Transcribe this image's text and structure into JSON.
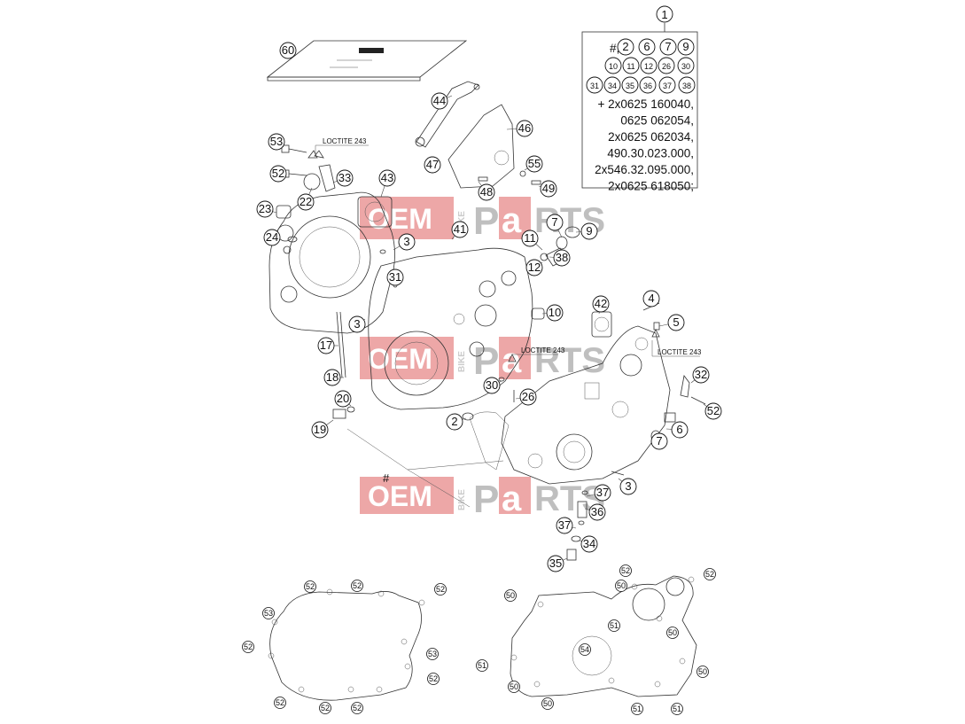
{
  "watermark": {
    "brand": "OEM",
    "side": "BIKE",
    "suffix_a": "P",
    "suffix_b": "a",
    "suffix_c": "RTS",
    "color": "#e05a5a"
  },
  "annotations": {
    "loctite_a": "LOCTITE 243",
    "loctite_b": "LOCTITE 243",
    "loctite_c": "LOCTITE 243",
    "hash": "#"
  },
  "kit": {
    "number": "1",
    "lead": "#,",
    "circles": [
      "2",
      "6",
      "7",
      "9",
      "10",
      "11",
      "12",
      "26",
      "30",
      "31",
      "34",
      "35",
      "36",
      "37",
      "38"
    ],
    "lines": [
      "+ 2x0625 160040,",
      "0625 062054,",
      "2x0625 062034,",
      "490.30.023.000,",
      "2x546.32.095.000,",
      "2x0625 618050;"
    ]
  },
  "callouts": [
    {
      "id": "c60",
      "label": "60"
    },
    {
      "id": "c44",
      "label": "44"
    },
    {
      "id": "c46",
      "label": "46"
    },
    {
      "id": "c47",
      "label": "47"
    },
    {
      "id": "c55",
      "label": "55"
    },
    {
      "id": "c49",
      "label": "49"
    },
    {
      "id": "c48",
      "label": "48"
    },
    {
      "id": "c53",
      "label": "53"
    },
    {
      "id": "c52a",
      "label": "52"
    },
    {
      "id": "c33",
      "label": "33"
    },
    {
      "id": "c22",
      "label": "22"
    },
    {
      "id": "c43",
      "label": "43"
    },
    {
      "id": "c23",
      "label": "23"
    },
    {
      "id": "c24",
      "label": "24"
    },
    {
      "id": "c3a",
      "label": "3"
    },
    {
      "id": "c41",
      "label": "41"
    },
    {
      "id": "c7a",
      "label": "7"
    },
    {
      "id": "c9",
      "label": "9"
    },
    {
      "id": "c11",
      "label": "11"
    },
    {
      "id": "c38",
      "label": "38"
    },
    {
      "id": "c12",
      "label": "12"
    },
    {
      "id": "c31",
      "label": "31"
    },
    {
      "id": "c42",
      "label": "42"
    },
    {
      "id": "c10",
      "label": "10"
    },
    {
      "id": "c4",
      "label": "4"
    },
    {
      "id": "c5",
      "label": "5"
    },
    {
      "id": "c3b",
      "label": "3"
    },
    {
      "id": "c17",
      "label": "17"
    },
    {
      "id": "c18",
      "label": "18"
    },
    {
      "id": "c30",
      "label": "30"
    },
    {
      "id": "c26",
      "label": "26"
    },
    {
      "id": "c32",
      "label": "32"
    },
    {
      "id": "c52b",
      "label": "52"
    },
    {
      "id": "c20",
      "label": "20"
    },
    {
      "id": "c19",
      "label": "19"
    },
    {
      "id": "c2",
      "label": "2"
    },
    {
      "id": "c6",
      "label": "6"
    },
    {
      "id": "c7b",
      "label": "7"
    },
    {
      "id": "c3c",
      "label": "3"
    },
    {
      "id": "c37a",
      "label": "37"
    },
    {
      "id": "c36",
      "label": "36"
    },
    {
      "id": "c37b",
      "label": "37"
    },
    {
      "id": "c34",
      "label": "34"
    },
    {
      "id": "c35",
      "label": "35"
    }
  ],
  "small_callouts": [
    {
      "id": "g1",
      "label": "52"
    },
    {
      "id": "g2",
      "label": "52"
    },
    {
      "id": "g3",
      "label": "52"
    },
    {
      "id": "g4",
      "label": "53"
    },
    {
      "id": "g5",
      "label": "52"
    },
    {
      "id": "g6",
      "label": "53"
    },
    {
      "id": "g7",
      "label": "52"
    },
    {
      "id": "g8",
      "label": "52"
    },
    {
      "id": "g9",
      "label": "52"
    },
    {
      "id": "g10",
      "label": "52"
    },
    {
      "id": "h1",
      "label": "52"
    },
    {
      "id": "h2",
      "label": "52"
    },
    {
      "id": "h3",
      "label": "50"
    },
    {
      "id": "h4",
      "label": "50"
    },
    {
      "id": "h5",
      "label": "51"
    },
    {
      "id": "h6",
      "label": "50"
    },
    {
      "id": "h7",
      "label": "54"
    },
    {
      "id": "h8",
      "label": "51"
    },
    {
      "id": "h9",
      "label": "50"
    },
    {
      "id": "h10",
      "label": "50"
    },
    {
      "id": "h11",
      "label": "50"
    },
    {
      "id": "h12",
      "label": "51"
    },
    {
      "id": "h13",
      "label": "51"
    }
  ]
}
